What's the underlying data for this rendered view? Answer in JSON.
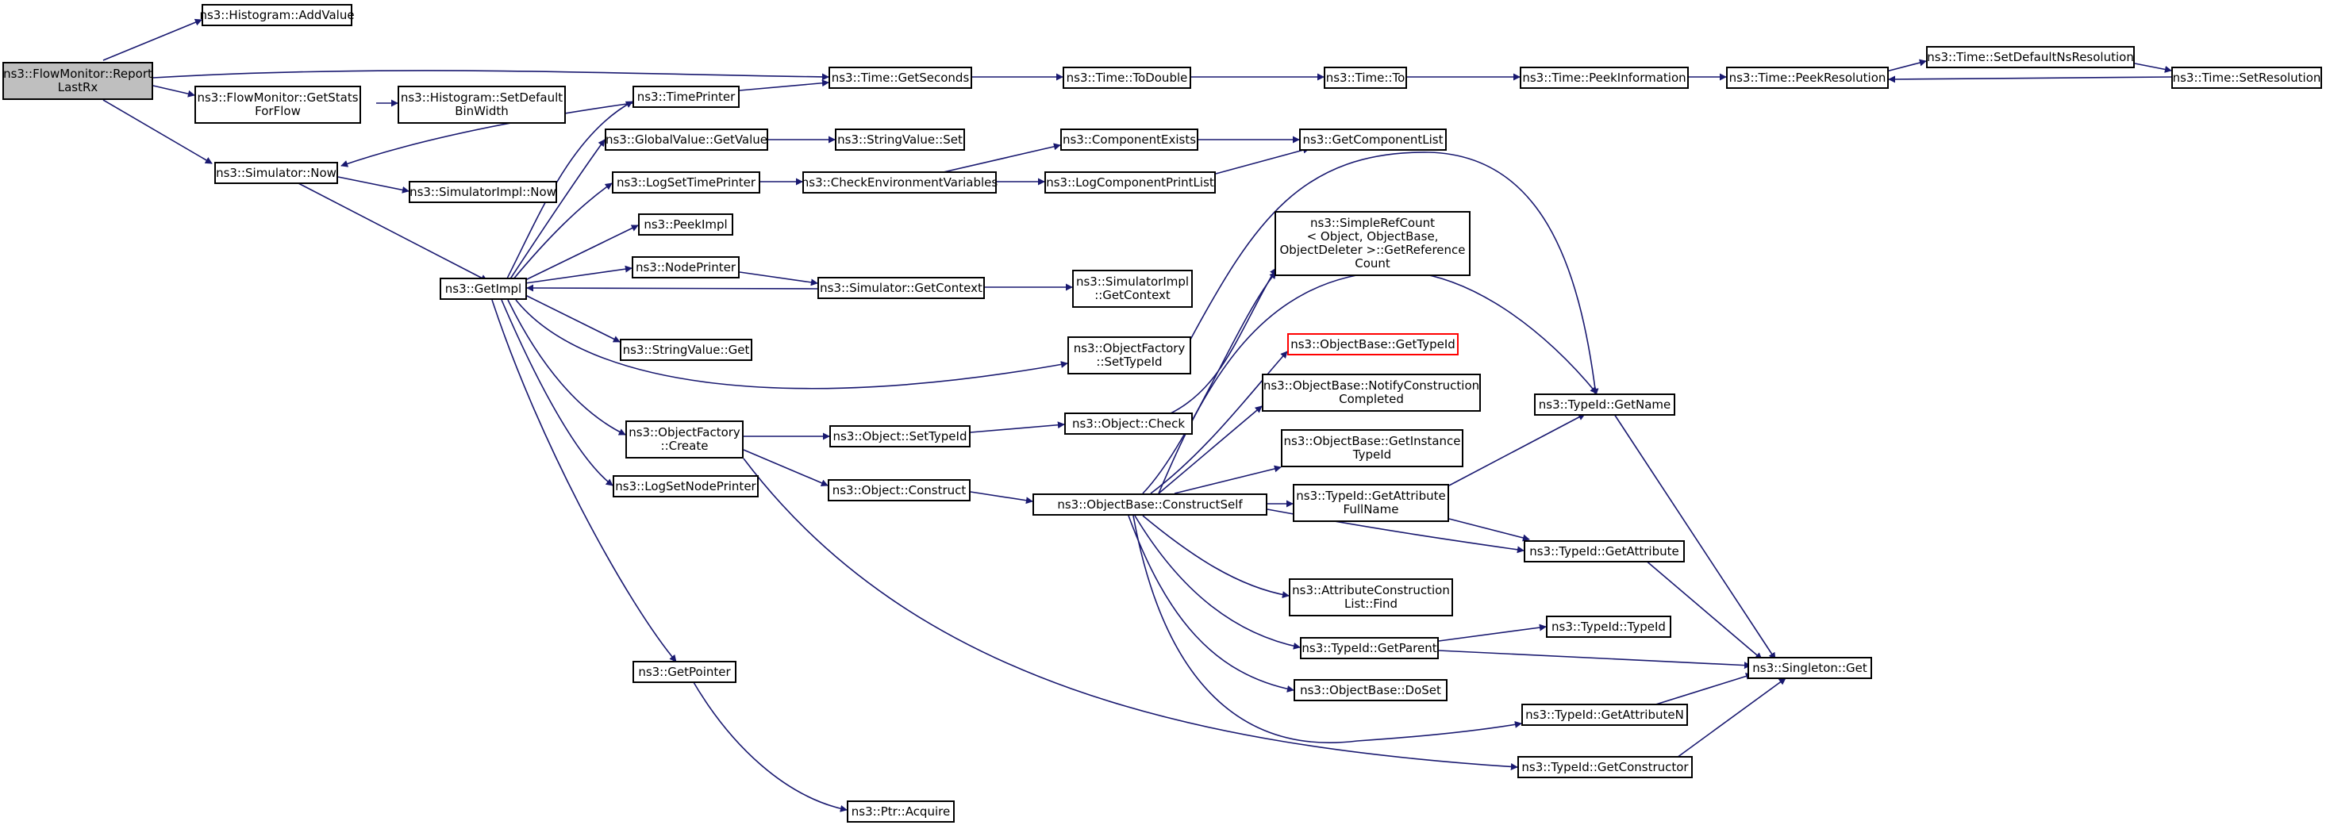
{
  "diagram": {
    "colors": {
      "edge": "#191970",
      "node_border": "#000000",
      "root_fill": "#bfbfbf",
      "truncated_border": "#ff0000",
      "background": "#ffffff"
    },
    "nodes": [
      {
        "id": "root",
        "lines": [
          "ns3::FlowMonitor::Report",
          "LastRx"
        ],
        "style": "root"
      },
      {
        "id": "hist_addvalue",
        "lines": [
          "ns3::Histogram::AddValue"
        ]
      },
      {
        "id": "fm_getstats",
        "lines": [
          "ns3::FlowMonitor::GetStats",
          "ForFlow"
        ]
      },
      {
        "id": "hist_setbin",
        "lines": [
          "ns3::Histogram::SetDefault",
          "BinWidth"
        ]
      },
      {
        "id": "sim_now",
        "lines": [
          "ns3::Simulator::Now"
        ]
      },
      {
        "id": "simimpl_now",
        "lines": [
          "ns3::SimulatorImpl::Now"
        ]
      },
      {
        "id": "getimpl",
        "lines": [
          "ns3::GetImpl"
        ]
      },
      {
        "id": "timeprinter",
        "lines": [
          "ns3::TimePrinter"
        ]
      },
      {
        "id": "gv_getvalue",
        "lines": [
          "ns3::GlobalValue::GetValue"
        ]
      },
      {
        "id": "logsettime",
        "lines": [
          "ns3::LogSetTimePrinter"
        ]
      },
      {
        "id": "peekimpl",
        "lines": [
          "ns3::PeekImpl"
        ]
      },
      {
        "id": "nodeprinter",
        "lines": [
          "ns3::NodePrinter"
        ]
      },
      {
        "id": "sv_get",
        "lines": [
          "ns3::StringValue::Get"
        ]
      },
      {
        "id": "of_create",
        "lines": [
          "ns3::ObjectFactory",
          "::Create"
        ]
      },
      {
        "id": "logsetnode",
        "lines": [
          "ns3::LogSetNodePrinter"
        ]
      },
      {
        "id": "getpointer",
        "lines": [
          "ns3::GetPointer"
        ]
      },
      {
        "id": "time_getseconds",
        "lines": [
          "ns3::Time::GetSeconds"
        ]
      },
      {
        "id": "sv_set",
        "lines": [
          "ns3::StringValue::Set"
        ]
      },
      {
        "id": "checkenv",
        "lines": [
          "ns3::CheckEnvironmentVariables"
        ]
      },
      {
        "id": "sim_getcontext",
        "lines": [
          "ns3::Simulator::GetContext"
        ]
      },
      {
        "id": "obj_settypeid",
        "lines": [
          "ns3::Object::SetTypeId"
        ]
      },
      {
        "id": "obj_construct",
        "lines": [
          "ns3::Object::Construct"
        ]
      },
      {
        "id": "ptr_acquire",
        "lines": [
          "ns3::Ptr::Acquire"
        ]
      },
      {
        "id": "time_todouble",
        "lines": [
          "ns3::Time::ToDouble"
        ]
      },
      {
        "id": "compexists",
        "lines": [
          "ns3::ComponentExists"
        ]
      },
      {
        "id": "logcompprint",
        "lines": [
          "ns3::LogComponentPrintList"
        ]
      },
      {
        "id": "simimpl_getcontext",
        "lines": [
          "ns3::SimulatorImpl",
          "::GetContext"
        ]
      },
      {
        "id": "of_settypeid",
        "lines": [
          "ns3::ObjectFactory",
          "::SetTypeId"
        ]
      },
      {
        "id": "obj_check",
        "lines": [
          "ns3::Object::Check"
        ]
      },
      {
        "id": "ob_constructself",
        "lines": [
          "ns3::ObjectBase::ConstructSelf"
        ]
      },
      {
        "id": "time_to",
        "lines": [
          "ns3::Time::To"
        ]
      },
      {
        "id": "getcomplist",
        "lines": [
          "ns3::GetComponentList"
        ]
      },
      {
        "id": "simplerefcount",
        "lines": [
          "ns3::SimpleRefCount",
          "< Object, ObjectBase,",
          "ObjectDeleter >::GetReference",
          "Count"
        ]
      },
      {
        "id": "ob_gettypeid",
        "lines": [
          "ns3::ObjectBase::GetTypeId"
        ],
        "style": "red"
      },
      {
        "id": "ob_notify",
        "lines": [
          "ns3::ObjectBase::NotifyConstruction",
          "Completed"
        ]
      },
      {
        "id": "ob_getinstance",
        "lines": [
          "ns3::ObjectBase::GetInstance",
          "TypeId"
        ]
      },
      {
        "id": "tid_getattrfull",
        "lines": [
          "ns3::TypeId::GetAttribute",
          "FullName"
        ]
      },
      {
        "id": "acl_find",
        "lines": [
          "ns3::AttributeConstruction",
          "List::Find"
        ]
      },
      {
        "id": "tid_getparent",
        "lines": [
          "ns3::TypeId::GetParent"
        ]
      },
      {
        "id": "ob_doset",
        "lines": [
          "ns3::ObjectBase::DoSet"
        ]
      },
      {
        "id": "time_peekinfo",
        "lines": [
          "ns3::Time::PeekInformation"
        ]
      },
      {
        "id": "tid_getname",
        "lines": [
          "ns3::TypeId::GetName"
        ]
      },
      {
        "id": "tid_getattr",
        "lines": [
          "ns3::TypeId::GetAttribute"
        ]
      },
      {
        "id": "tid_typeid",
        "lines": [
          "ns3::TypeId::TypeId"
        ]
      },
      {
        "id": "tid_getattrn",
        "lines": [
          "ns3::TypeId::GetAttributeN"
        ]
      },
      {
        "id": "tid_getctor",
        "lines": [
          "ns3::TypeId::GetConstructor"
        ]
      },
      {
        "id": "time_peekres",
        "lines": [
          "ns3::Time::PeekResolution"
        ]
      },
      {
        "id": "singleton_get",
        "lines": [
          "ns3::Singleton::Get"
        ]
      },
      {
        "id": "time_setdefaultns",
        "lines": [
          "ns3::Time::SetDefaultNsResolution"
        ]
      },
      {
        "id": "time_setres",
        "lines": [
          "ns3::Time::SetResolution"
        ]
      }
    ]
  }
}
